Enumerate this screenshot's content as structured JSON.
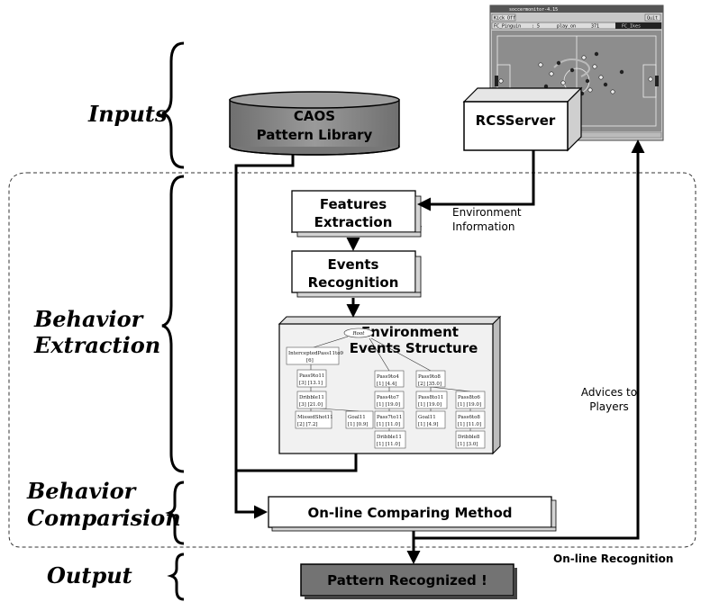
{
  "sections": {
    "inputs": "Inputs",
    "behavior_extraction_1": "Behavior",
    "behavior_extraction_2": "Extraction",
    "behavior_comparision_1": "Behavior",
    "behavior_comparision_2": "Comparision",
    "output": "Output"
  },
  "caos": {
    "line1": "CAOS",
    "line2": "Pattern Library"
  },
  "rcsserver": {
    "label": "RCSServer"
  },
  "monitor": {
    "title": "soccermonitor-4.15",
    "kick_off": "Kick Off",
    "quit": "Quit",
    "status_left": "FC_Pinguin",
    "status_score": ": 5",
    "status_mode": "play_on",
    "status_time": "371",
    "status_right": "FC_Ikes"
  },
  "features": {
    "line1": "Features",
    "line2": "Extraction"
  },
  "events": {
    "line1": "Events",
    "line2": "Recognition"
  },
  "environment": {
    "line1": "Environment",
    "line2": "Events Structure"
  },
  "env_info": {
    "line1": "Environment",
    "line2": "Information"
  },
  "advices": {
    "line1": "Advices to",
    "line2": "Players"
  },
  "comparing": {
    "label": "On-line Comparing  Method"
  },
  "online_recognition": "On-line Recognition",
  "pattern": {
    "label": "Pattern Recognized !"
  },
  "tree": {
    "root": "Root",
    "n_intercepted_1": "InterceptedPass11to9",
    "n_intercepted_2": "[6]",
    "n_pass9to11_1": "Pass9to11",
    "n_pass9to11_2": "[3]    [13.1]",
    "n_dribble11_1": "Dribble11",
    "n_dribble11_2": "[3]    [21.0]",
    "n_missedshot_1": "MissedShot11",
    "n_missedshot_2": "[2]    [7.2]",
    "n_goal11a_1": "Goal11",
    "n_goal11a_2": "[1]    [0.9]",
    "n_pass9to4_1": "Pass9to4",
    "n_pass9to4_2": "[1]    [4.4]",
    "n_pass4to7_1": "Pass4to7",
    "n_pass4to7_2": "[1]    [19.0]",
    "n_pass7to11_1": "Pass7to11",
    "n_pass7to11_2": "[1]    [11.0]",
    "n_dribble11b_1": "Dribble11",
    "n_dribble11b_2": "[1]    [11.0]",
    "n_pass9to8_1": "Pass9to8",
    "n_pass9to8_2": "[2]    [35.0]",
    "n_pass8to11_1": "Pass8to11",
    "n_pass8to11_2": "[1]    [19.0]",
    "n_goal11b_1": "Goal11",
    "n_goal11b_2": "[1]    [4.9]",
    "n_pass8to6_1": "Pass8to6",
    "n_pass8to6_2": "[1]    [19.0]",
    "n_pass6to8_1": "Pass6to8",
    "n_pass6to8_2": "[1]    [11.0]",
    "n_dribble8_1": "Dribble8",
    "n_dribble8_2": "[1]    [3.0]"
  }
}
